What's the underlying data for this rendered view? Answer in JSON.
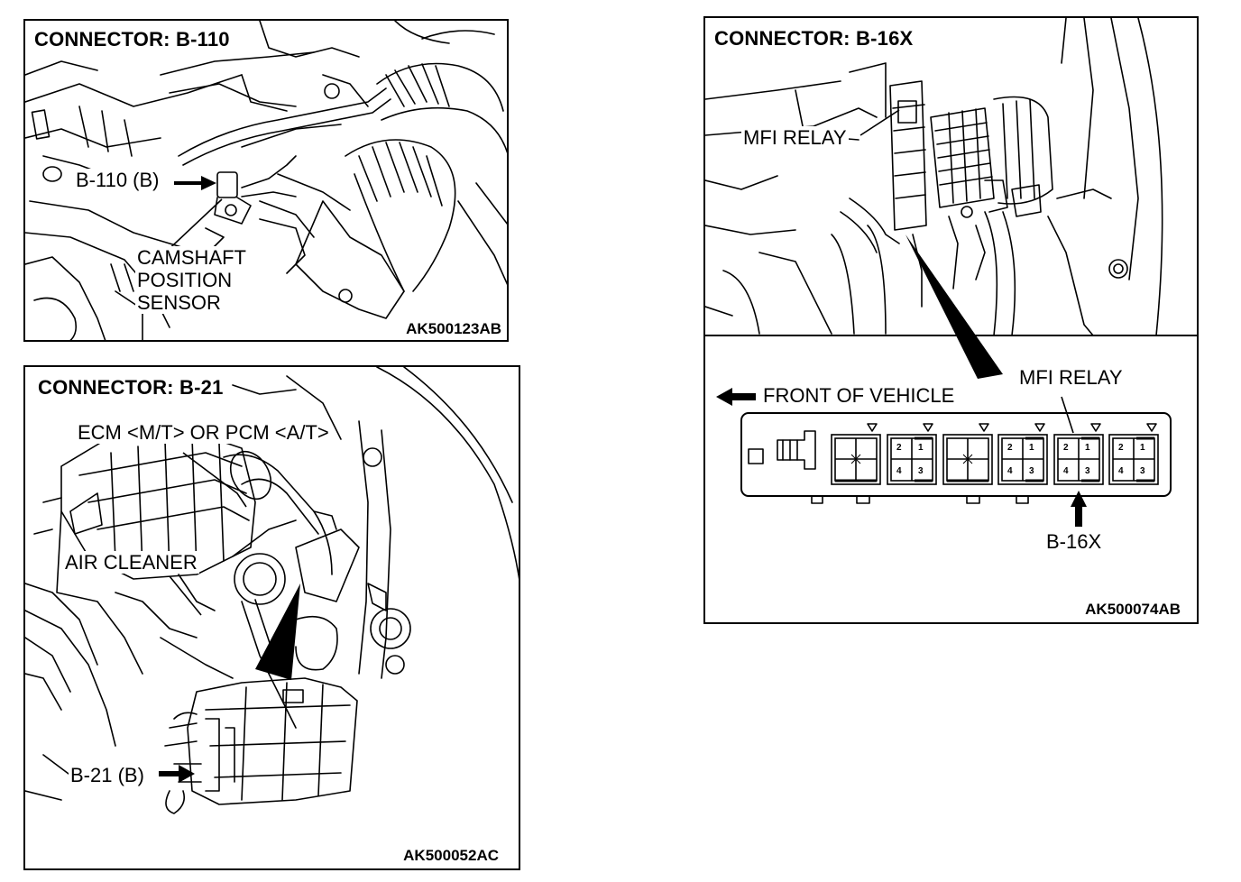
{
  "panels": {
    "b110": {
      "title": "CONNECTOR: B-110",
      "connector_label": "B-110 (B)",
      "sensor_label": [
        "CAMSHAFT",
        "POSITION",
        "SENSOR"
      ],
      "code": "AK500123AB"
    },
    "b21": {
      "title": "CONNECTOR: B-21",
      "ecm_label": "ECM <M/T> OR PCM <A/T>",
      "air_cleaner_label": "AIR CLEANER",
      "connector_label": "B-21 (B)",
      "code": "AK500052AC"
    },
    "b16x": {
      "title": "CONNECTOR: B-16X",
      "relay_label_top": "MFI RELAY",
      "relay_label_bottom": "MFI RELAY",
      "front_label": "FRONT OF VEHICLE",
      "connector_label": "B-16X",
      "code": "AK500074AB",
      "relay_pins": [
        "2",
        "1",
        "4",
        "3"
      ]
    }
  }
}
